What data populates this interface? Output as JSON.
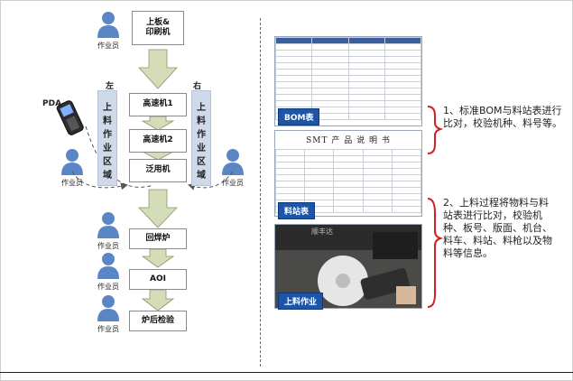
{
  "flow": {
    "board_printer": "上板&\n印刷机",
    "high_speed_1": "高速机1",
    "high_speed_2": "高速机2",
    "general_purpose": "泛用机",
    "reflow_oven": "回焊炉",
    "aoi": "AOI",
    "post_oven_check": "炉后检验"
  },
  "sides": {
    "left": "左",
    "right": "右"
  },
  "zones": {
    "left": "上料作业区域",
    "right": "上料作业区域"
  },
  "worker_label": "作业员",
  "pda_label": "PDA",
  "panels": {
    "bom_tag": "BOM表",
    "station_tag": "料站表",
    "loading_tag": "上料作业",
    "station_doc_title": "SMT 产 品 说 明 书",
    "machine_sign": "顺丰达"
  },
  "annotations": {
    "note1": "1、标准BOM与料站表进行比对，校验机种、料号等。",
    "note2": "2、上料过程将物料与料站表进行比对，校验机种、板号、版面、机台、料车、料站、料枪以及物料等信息。"
  },
  "colors": {
    "arrow_fill": "#d4ddb8",
    "zone_fill": "#cfd9ea",
    "worker_blue": "#5b86c6",
    "tag_blue": "#1d55a8",
    "brace_red": "#d02020"
  }
}
